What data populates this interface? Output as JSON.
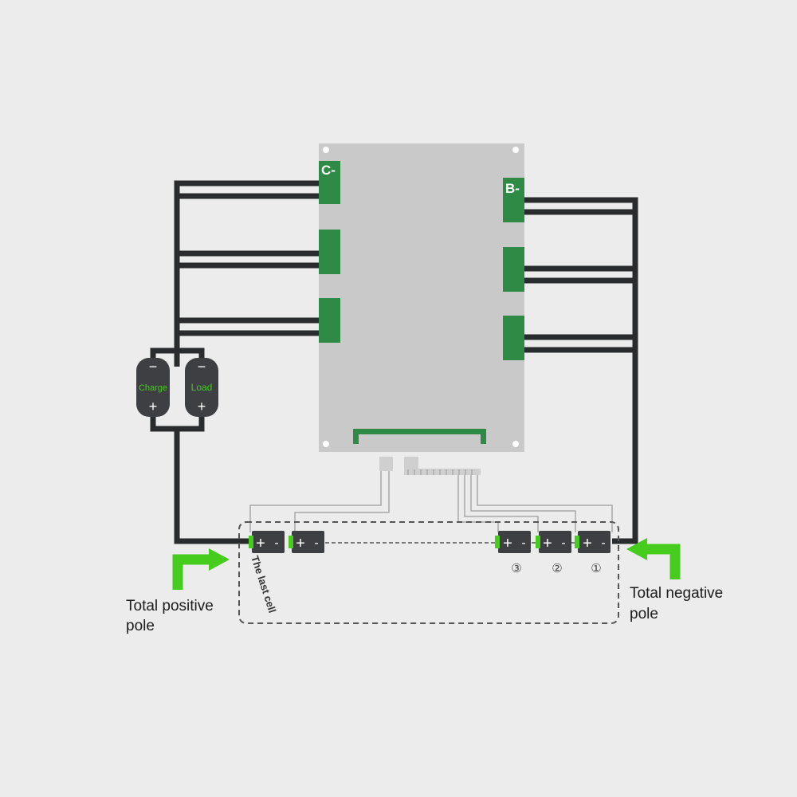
{
  "colors": {
    "background": "#ececec",
    "board": "#c8c9c8",
    "accent_green": "#2f8a45",
    "bright_green": "#46cc1c",
    "wire": "#2a2b2c",
    "battery_body": "#3d3f42",
    "dash_border": "#555555"
  },
  "board": {
    "c_minus_label": "C-",
    "b_minus_label": "B-"
  },
  "devices": {
    "charge": {
      "label": "Charge",
      "minus": "−",
      "plus": "+"
    },
    "load": {
      "label": "Load",
      "minus": "−",
      "plus": "+"
    }
  },
  "cells": {
    "last_cell_label": "The last cell",
    "plus_symbol": "+",
    "minus_symbol": "-",
    "numbers": [
      "③",
      "②",
      "①"
    ]
  },
  "annotations": {
    "total_positive_line1": "Total positive",
    "total_positive_line2": "pole",
    "total_negative_line1": "Total negative",
    "total_negative_line2": "pole"
  },
  "icons": {
    "arrow_positive": "green-bent-arrow-icon",
    "arrow_negative": "green-bent-arrow-icon"
  }
}
